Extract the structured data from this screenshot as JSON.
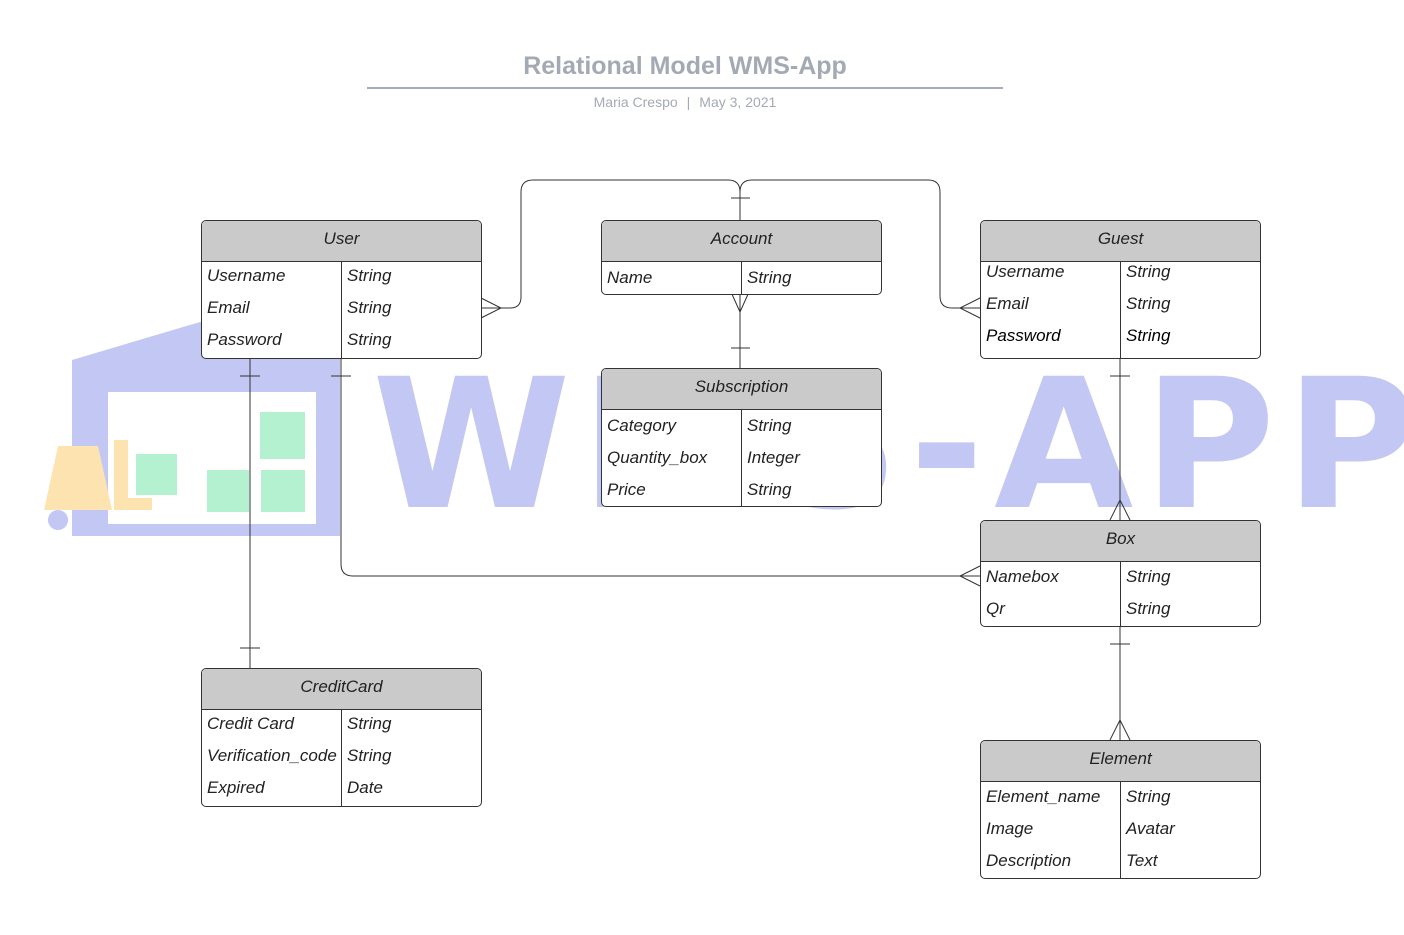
{
  "header": {
    "title": "Relational Model WMS-App",
    "author": "Maria Crespo",
    "separator": "|",
    "date": "May 3, 2021"
  },
  "watermark": {
    "text": "WMS-APP"
  },
  "entities": {
    "user": {
      "name": "User",
      "fields": [
        {
          "name": "Username",
          "type": "String"
        },
        {
          "name": "Email",
          "type": "String"
        },
        {
          "name": "Password",
          "type": "String"
        }
      ]
    },
    "account": {
      "name": "Account",
      "fields": [
        {
          "name": "Name",
          "type": "String"
        }
      ]
    },
    "guest": {
      "name": "Guest",
      "fields": [
        {
          "name": "Username",
          "type": "String"
        },
        {
          "name": "Email",
          "type": "String"
        },
        {
          "name": "Password",
          "type": "String"
        }
      ]
    },
    "subscription": {
      "name": "Subscription",
      "fields": [
        {
          "name": "Category",
          "type": "String"
        },
        {
          "name": "Quantity_box",
          "type": "Integer"
        },
        {
          "name": "Price",
          "type": "String"
        }
      ]
    },
    "box": {
      "name": "Box",
      "fields": [
        {
          "name": "Namebox",
          "type": "String"
        },
        {
          "name": "Qr",
          "type": "String"
        }
      ]
    },
    "creditcard": {
      "name": "CreditCard",
      "fields": [
        {
          "name": "Credit Card",
          "type": "String"
        },
        {
          "name": "Verification_code",
          "type": "String"
        },
        {
          "name": "Expired",
          "type": "Date"
        }
      ]
    },
    "element": {
      "name": "Element",
      "fields": [
        {
          "name": "Element_name",
          "type": "String"
        },
        {
          "name": "Image",
          "type": "Avatar"
        },
        {
          "name": "Description",
          "type": "Text"
        }
      ]
    }
  },
  "colors": {
    "title": "#a4aab4",
    "entity_header": "#cacaca",
    "watermark_text": "#c3c7f3",
    "watermark_green": "#b3f1d1",
    "watermark_orange": "#fde3b0"
  }
}
